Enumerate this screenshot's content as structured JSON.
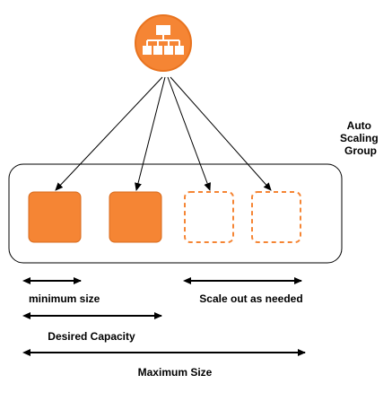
{
  "group": {
    "title_lines": [
      "Auto",
      "Scaling",
      "Group"
    ]
  },
  "instances": [
    {
      "state": "running"
    },
    {
      "state": "running"
    },
    {
      "state": "pending"
    },
    {
      "state": "pending"
    }
  ],
  "ranges": {
    "minimum_size": "minimum size",
    "scale_out": "Scale out as needed",
    "desired_capacity": "Desired Capacity",
    "maximum_size": "Maximum Size"
  },
  "icons": {
    "load_balancer": "hierarchy-icon"
  },
  "colors": {
    "accent": "#F58534",
    "icon_fill": "#F58534",
    "icon_border": "#E8731F",
    "instance_fill": "#F58534",
    "instance_border": "#D86A1C",
    "dashed": "#F58534",
    "line": "#000000"
  }
}
